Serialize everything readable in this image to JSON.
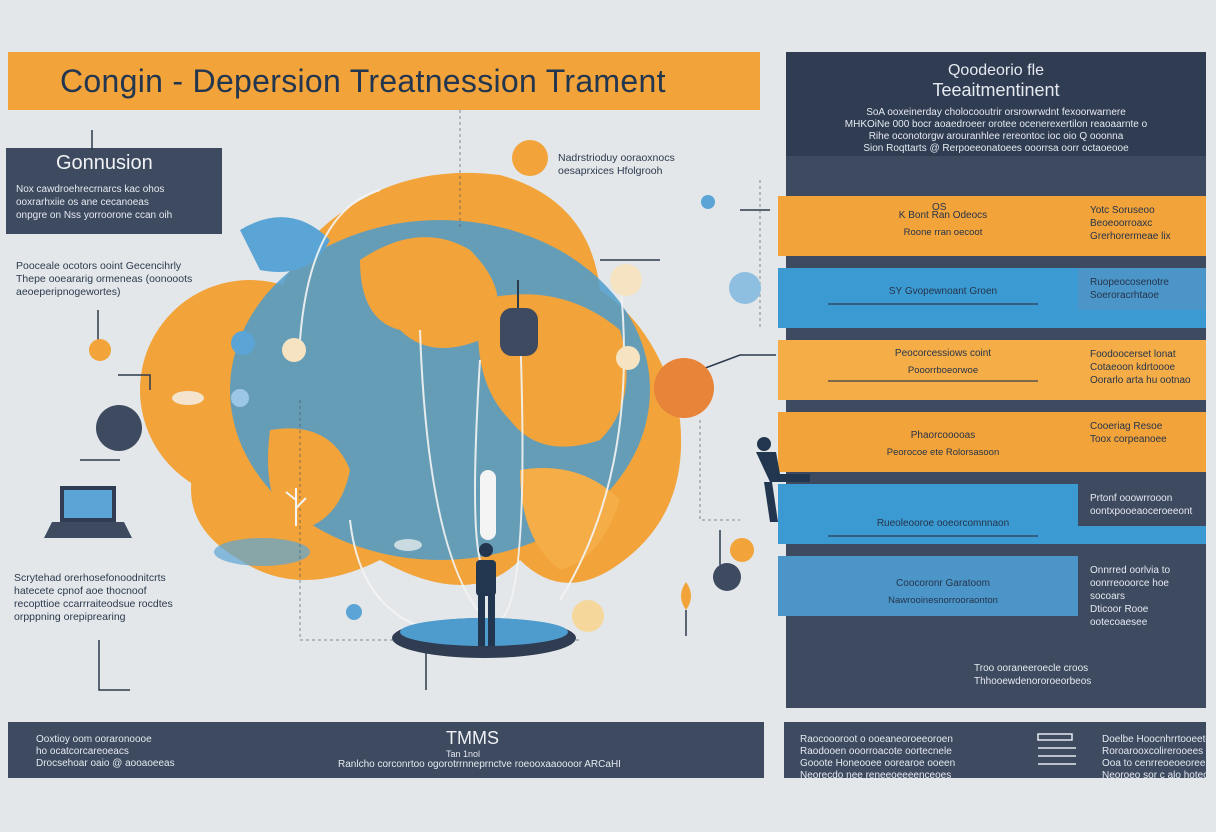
{
  "title": "Congin - Depersion Treatnession Trament",
  "conclusion": {
    "heading": "Gonnusion",
    "lines": [
      "Nox cawdroehrecrnarcs kac ohos",
      "ooxrarhxiie os ane cecanoeas",
      "onpgre on Nss yorroorone ccan oih"
    ]
  },
  "left_notes": {
    "top": [
      "Pooceale ocotors ooint Gecencihrly",
      "Thepe ooeararig ormeneas (oonooots",
      "aeoeperipnogewortes)"
    ],
    "bottom": [
      "Scrytehad orerhosefonoodnitcrts",
      "hatecete cpnof aoe thocnoof",
      "recopttioe ccarrraiteodsue rocdtes",
      "orpppning orepiprearing"
    ]
  },
  "map_note": [
    "Nadrstrioduy ooraoxnocs",
    "oesaprxices Hfolgrooh"
  ],
  "summary_panel": {
    "heading_1": "Qoodeorio fle",
    "heading_2": "Teeaitmentinent",
    "lines": [
      "SoA ooxeinerday cholocooutrir orsrowrwdnt fexoorwarnere",
      "MHKOiNe 000 bocr aoaedroeer orotee ocenerexertilon reaoaarnte o",
      "Rihe oconotorgw arouranhlee rereontoc ioc oio Q ooonna",
      "Sion Roqttarts @ Rerpoeeonatoees ooorrsa oorr octaoeooe"
    ]
  },
  "steps": [
    {
      "left_code": "OS",
      "title": "K Bont Ran Odeocs",
      "desc": "Roone rran oecoot",
      "side": [
        "Yotc Soruseoo",
        "Beoeoorroaxc",
        "Grerhorermeae lix"
      ]
    },
    {
      "title": "SY Gvopewnoant Groen",
      "side": [
        "Ruopeocosenotre",
        "Soeroracrhtaoe"
      ]
    },
    {
      "title": "Peocorcessiows coint",
      "desc": "Pooorrboeorwoe",
      "side": [
        "Foodoocerset lonat",
        "Cotaeoon kdrtoooe",
        "Oorarlo arta hu ootnao"
      ]
    },
    {
      "title": "Phaorcooooas",
      "desc": "Peorocoe ete Rolorsasoon",
      "side": [
        "Cooeriag Resoe",
        "Toox corpeanoee"
      ]
    },
    {
      "title": "Rueoleooroe ooeorcomnnaon",
      "side": [
        "Prtonf ooowrrooon",
        "oontxpooeaoceroeeont"
      ]
    },
    {
      "title": "Coocoronr Garatoom",
      "desc": "Nawrooinesnorrooraonton",
      "side": [
        "Onnrred oorlvia to",
        "oonrreooorce hoe socoars",
        "Dticoor Rooe ootecoaesee"
      ]
    }
  ],
  "frame_footer": [
    "Troo ooraneeroecle croos",
    "Thhooewdenororoeorbeos"
  ],
  "bottom_left": {
    "col1": [
      "Ooxtioy oom ooraronoooe",
      "ho ocatcorcareoeacs",
      "Drocsehoar oaio @ aooaoeeas"
    ],
    "center_title": "TMMS",
    "center_sub": "Tan 1nol",
    "center_line": "Ranlcho corconrtoo ogorotrrnneprnctve roeooxaaoooor ARCaHI"
  },
  "bottom_right": {
    "col1": [
      "Raocoooroot o ooeaneoroeeoroen",
      "Raodooen ooorroacote oortecnele",
      "Gooote Honeooee oorearoe ooeen",
      "Neorecdo nee reneeoeeeenceoes"
    ],
    "col2": [
      "Doelbe Hoocnhrrtooeetce",
      "Roroarooxcolirerooees",
      "Ooa to cenrreoeoeoree",
      "Neoroeo sor c alo hotecs"
    ]
  },
  "colors": {
    "orange": "#f2a33a",
    "navy": "#3d4a5f",
    "dark_navy": "#2f3c52",
    "blue": "#3b9ad1",
    "background": "#e3e7ea"
  },
  "icons": [
    "globe-map-icon",
    "person-standing-icon",
    "person-sitting-icon",
    "laptop-icon",
    "bulb-icon",
    "plant-icon",
    "tree-icon",
    "lamp-icon"
  ]
}
